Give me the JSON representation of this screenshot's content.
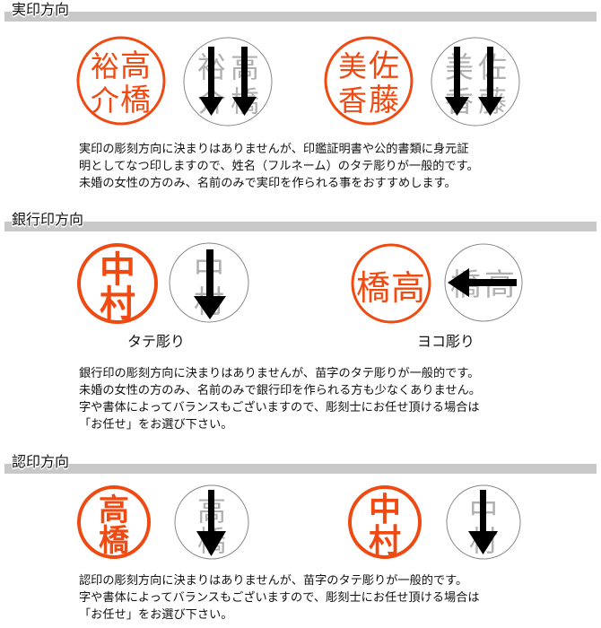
{
  "sections": [
    {
      "title": "実印方向",
      "examples": [
        {
          "seal_chars": [
            "高橋",
            "裕介"
          ],
          "preview_chars": [
            "裕介",
            "高橋"
          ],
          "direction": "vertical-down",
          "arrows": 2
        },
        {
          "seal_chars": [
            "佐藤",
            "美香"
          ],
          "preview_chars": [
            "美香",
            "佐藤"
          ],
          "direction": "vertical-down",
          "arrows": 2
        }
      ],
      "lines": [
        "実印の彫刻方向に決まりはありませんが、印鑑証明書や公的書類に身元証",
        "明としてなつ印しますので、姓名（フルネーム）のタテ彫りが一般的です。",
        "未婚の女性の方のみ、名前のみで実印を作られる事をおすすめします。"
      ]
    },
    {
      "title": "銀行印方向",
      "examples": [
        {
          "seal_chars": [
            "中",
            "村"
          ],
          "preview_chars": [
            "中",
            "村"
          ],
          "direction": "vertical-down",
          "arrows": 1,
          "caption": "タテ彫り"
        },
        {
          "seal_chars": [
            "高",
            "橋"
          ],
          "preview_chars": [
            "橋",
            "高"
          ],
          "direction": "horizontal-left",
          "arrows": 1,
          "caption": "ヨコ彫り"
        }
      ],
      "lines": [
        "銀行印の彫刻方向に決まりはありませんが、苗字のタテ彫りが一般的です。",
        "未婚の女性の方のみ、名前のみで銀行印を作られる方も少なくありません。",
        "字や書体によってバランスもございますので、彫刻士にお任せ頂ける場合は",
        "「お任せ」をお選び下さい。"
      ]
    },
    {
      "title": "認印方向",
      "examples": [
        {
          "seal_chars": [
            "高",
            "橋"
          ],
          "preview_chars": [
            "高",
            "橋"
          ],
          "direction": "vertical-down",
          "arrows": 1
        },
        {
          "seal_chars": [
            "中",
            "村"
          ],
          "preview_chars": [
            "中",
            "村"
          ],
          "direction": "vertical-down",
          "arrows": 1
        }
      ],
      "lines": [
        "認印の彫刻方向に決まりはありませんが、苗字のタテ彫りが一般的です。",
        "字や書体によってバランスもございますので、彫刻士にお任せ頂ける場合は",
        "「お任せ」をお選び下さい。"
      ]
    }
  ],
  "colors": {
    "seal_red": "#ee4a12",
    "header_bar": "#c8c8c8",
    "preview_char_gray": "#b0b0b0",
    "arrow": "#000000"
  }
}
